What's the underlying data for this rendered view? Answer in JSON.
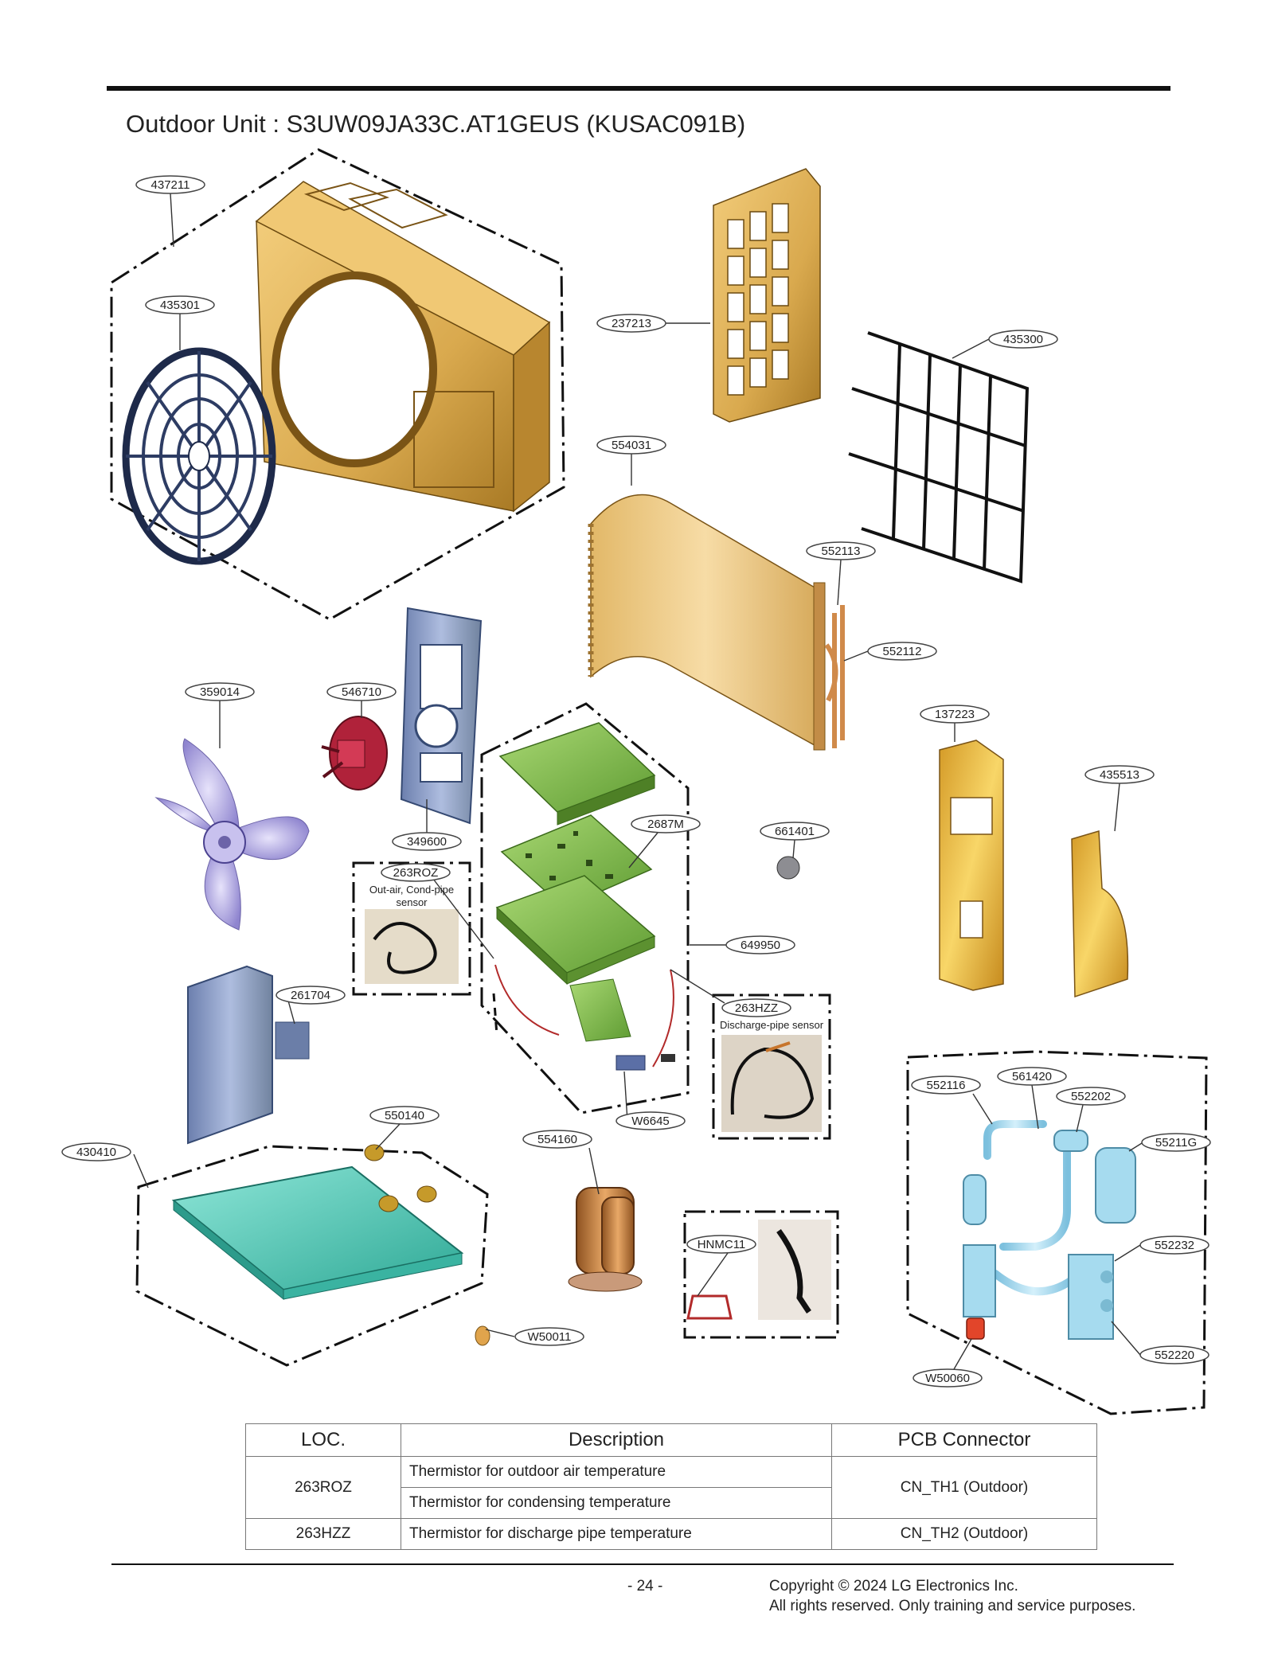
{
  "page": {
    "title": "Outdoor Unit : S3UW09JA33C.AT1GEUS (KUSAC091B)",
    "page_number": "- 24 -",
    "copyright_line1": "Copyright © 2024 LG Electronics Inc.",
    "copyright_line2": "All rights reserved. Only training and service purposes."
  },
  "callouts": {
    "c437211": "437211",
    "c435301": "435301",
    "c237213": "237213",
    "c435300": "435300",
    "c554031": "554031",
    "c552113": "552113",
    "c552112": "552112",
    "c359014": "359014",
    "c546710": "546710",
    "c349600": "349600",
    "c137223": "137223",
    "c435513": "435513",
    "c2687M": "2687M",
    "c661401": "661401",
    "c263ROZ": "263ROZ",
    "c649950": "649950",
    "c263HZZ": "263HZZ",
    "c261704": "261704",
    "c550140": "550140",
    "c430410": "430410",
    "c554160": "554160",
    "cW6645": "W6645",
    "cHNMC11": "HNMC11",
    "cW50011": "W50011",
    "c552116": "552116",
    "c561420": "561420",
    "c552202": "552202",
    "c55211G": "55211G",
    "c552232": "552232",
    "c552220": "552220",
    "cW50060": "W50060"
  },
  "notes": {
    "roz_line1": "Out-air, Cond-pipe",
    "roz_line2": "sensor",
    "hzz_line1": "Discharge-pipe sensor"
  },
  "table": {
    "headers": [
      "LOC.",
      "Description",
      "PCB Connector"
    ],
    "rows": [
      {
        "loc": "263ROZ",
        "desc1": "Thermistor for outdoor air temperature",
        "desc2": "Thermistor for condensing temperature",
        "connector": "CN_TH1 (Outdoor)"
      },
      {
        "loc": "263HZZ",
        "desc1": "Thermistor for discharge pipe temperature",
        "connector": "CN_TH2 (Outdoor)"
      }
    ]
  },
  "colors": {
    "panel_gold": "#d9a94e",
    "pcb_green": "#7fb84a",
    "base_teal": "#4cc4b4",
    "fan_purple": "#b9b1e3",
    "motor_red": "#b0223a",
    "pipe_blue": "#9bd3ea",
    "bracket_blue": "#8fa3cc",
    "compressor_copper": "#c8843e"
  }
}
